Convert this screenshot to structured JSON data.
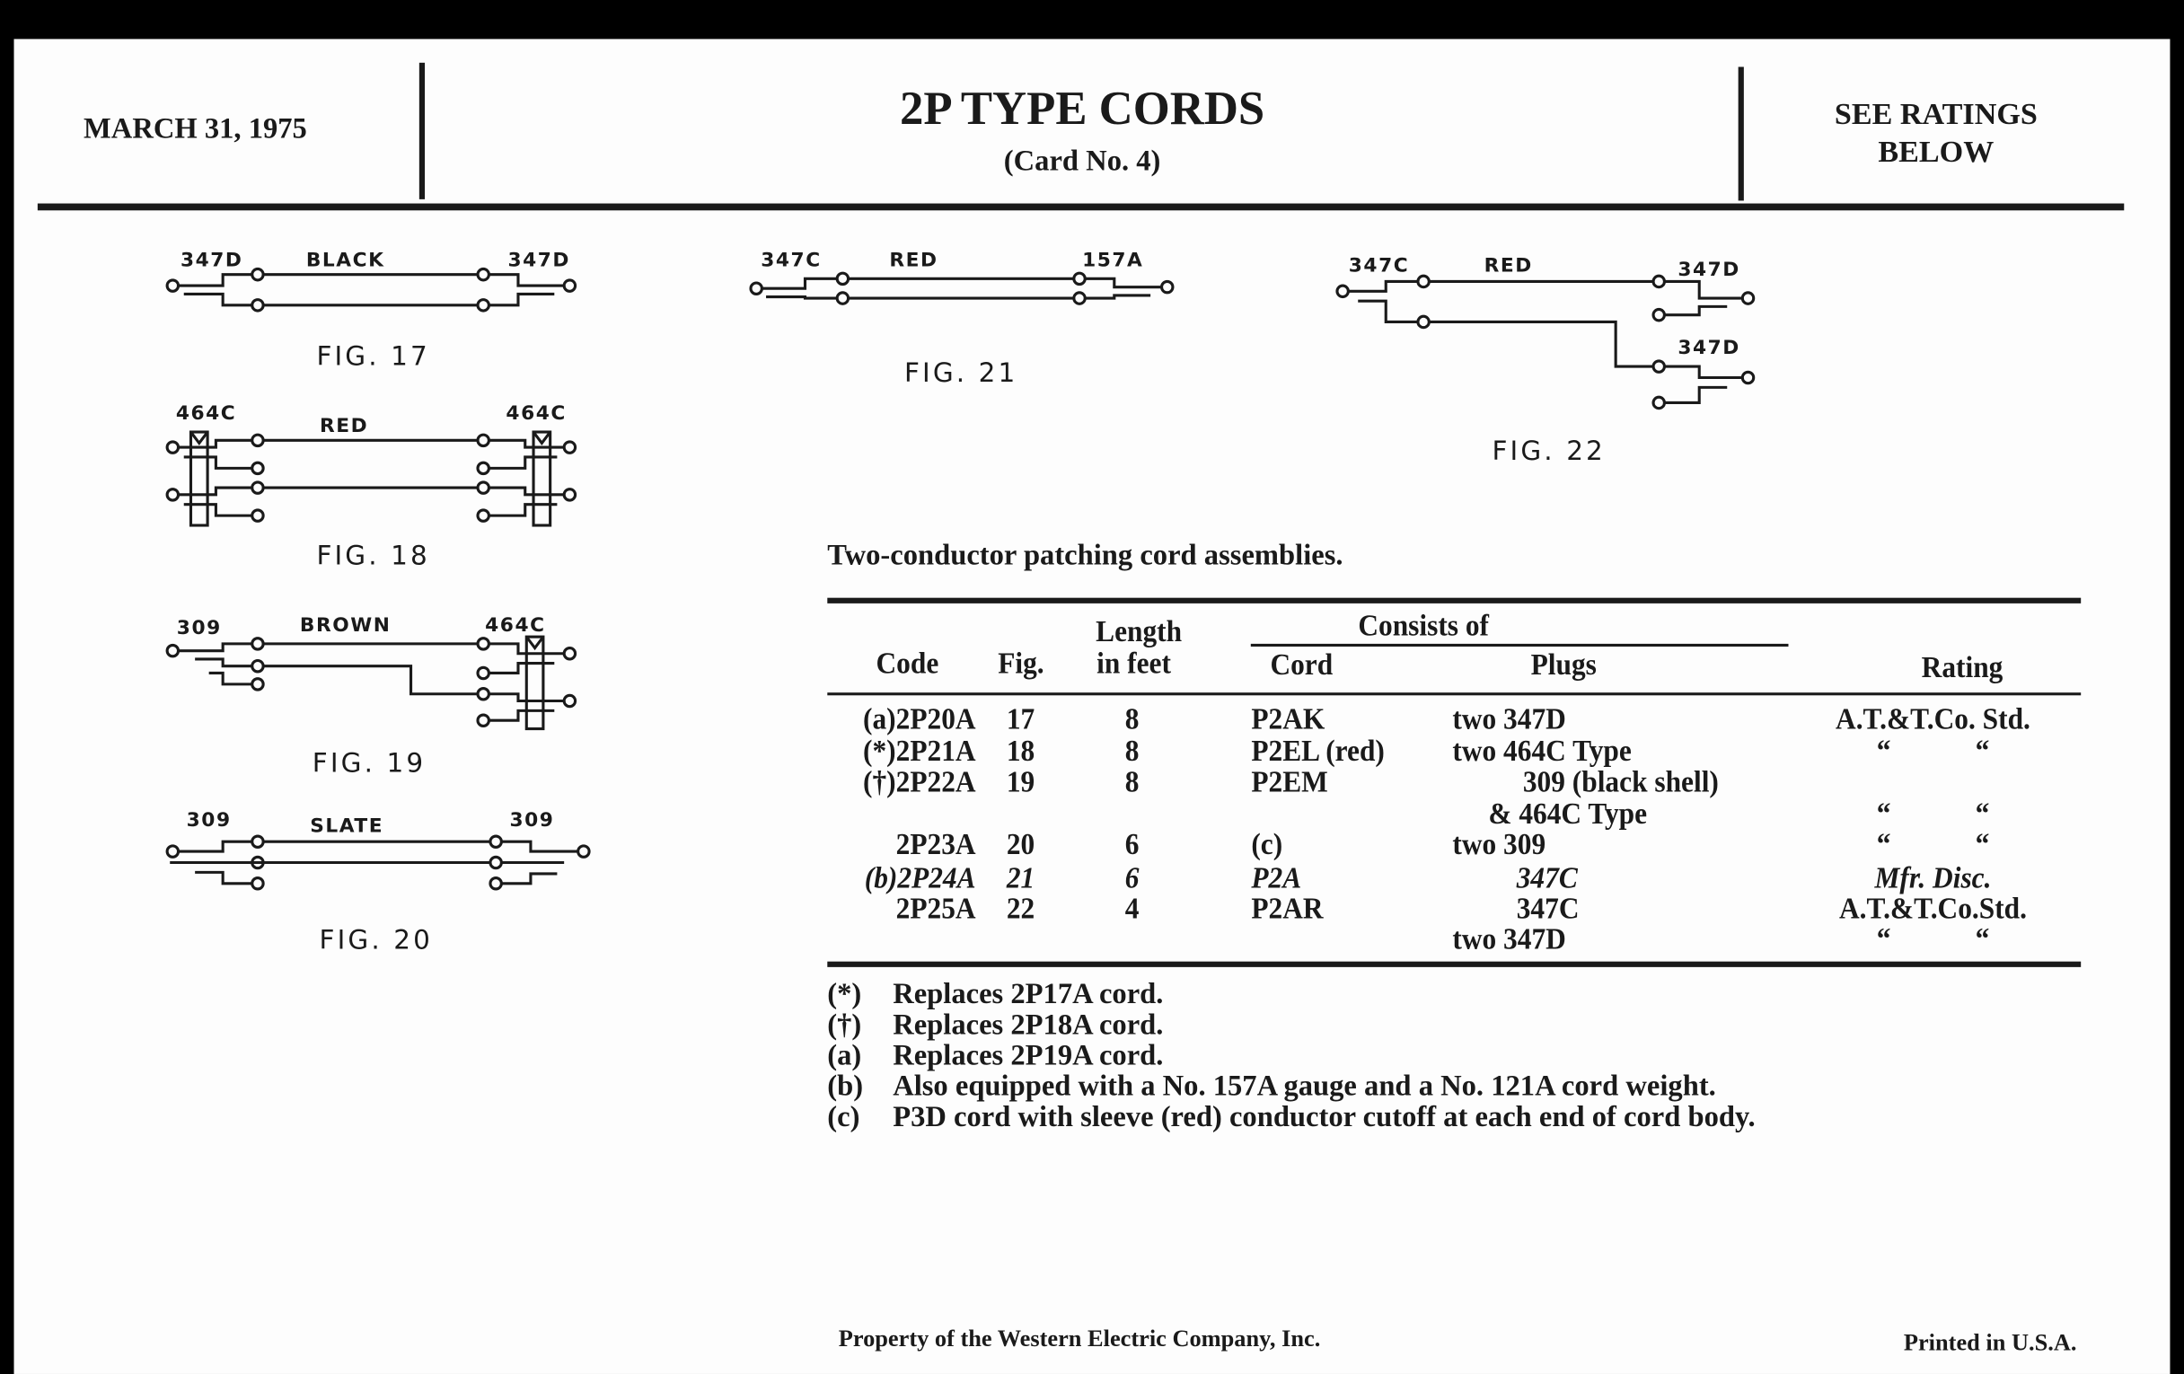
{
  "header": {
    "date": "MARCH 31, 1975",
    "title": "2P TYPE CORDS",
    "subtitle": "(Card No. 4)",
    "ratings_note_line1": "SEE RATINGS",
    "ratings_note_line2": "BELOW"
  },
  "figures": {
    "fig17": {
      "left": "347D",
      "color": "BLACK",
      "right": "347D",
      "caption": "FIG. 17"
    },
    "fig18": {
      "left": "464C",
      "color": "RED",
      "right": "464C",
      "caption": "FIG. 18"
    },
    "fig19": {
      "left": "309",
      "color": "BROWN",
      "right": "464C",
      "caption": "FIG. 19"
    },
    "fig20": {
      "left": "309",
      "color": "SLATE",
      "right": "309",
      "caption": "FIG. 20"
    },
    "fig21": {
      "left": "347C",
      "color": "RED",
      "right": "157A",
      "caption": "FIG. 21"
    },
    "fig22": {
      "left": "347C",
      "color": "RED",
      "right_top": "347D",
      "right_bottom": "347D",
      "caption": "FIG. 22"
    }
  },
  "table": {
    "caption": "Two-conductor patching cord assemblies.",
    "headers": {
      "code": "Code",
      "fig": "Fig.",
      "length1": "Length",
      "length2": "in feet",
      "consists": "Consists of",
      "cord": "Cord",
      "plugs": "Plugs",
      "rating": "Rating"
    },
    "rows": [
      {
        "code": "(a)2P20A",
        "fig": "17",
        "length": "8",
        "cord": "P2AK",
        "plugs": "two 347D",
        "rating": "A.T.&T.Co. Std."
      },
      {
        "code": "(*)2P21A",
        "fig": "18",
        "length": "8",
        "cord": "P2EL (red)",
        "plugs": "two 464C Type",
        "rating": "“            “"
      },
      {
        "code": "(†)2P22A",
        "fig": "19",
        "length": "8",
        "cord": "P2EM",
        "plugs": "309 (black shell)",
        "rating": ""
      },
      {
        "code": "",
        "fig": "",
        "length": "",
        "cord": "",
        "plugs": "& 464C Type",
        "rating": "“            “"
      },
      {
        "code": "2P23A",
        "fig": "20",
        "length": "6",
        "cord": "(c)",
        "plugs": "two 309",
        "rating": "“            “"
      },
      {
        "code": "(b)2P24A",
        "fig": "21",
        "length": "6",
        "cord": "P2A",
        "plugs": "347C",
        "rating": "Mfr. Disc."
      },
      {
        "code": "2P25A",
        "fig": "22",
        "length": "4",
        "cord": "P2AR",
        "plugs": "347C",
        "rating": "A.T.&T.Co.Std."
      },
      {
        "code": "",
        "fig": "",
        "length": "",
        "cord": "",
        "plugs": "two 347D",
        "rating": "“            “"
      }
    ]
  },
  "footnotes": [
    {
      "mark": "(*)",
      "text": "Replaces 2P17A cord."
    },
    {
      "mark": "(†)",
      "text": "Replaces 2P18A cord."
    },
    {
      "mark": "(a)",
      "text": "Replaces 2P19A cord."
    },
    {
      "mark": "(b)",
      "text": "Also equipped with a No. 157A gauge and a No. 121A cord weight."
    },
    {
      "mark": "(c)",
      "text": "P3D cord with sleeve (red) conductor cutoff at each end of cord body."
    }
  ],
  "footer": {
    "property": "Property of the Western Electric Company, Inc.",
    "printed": "Printed in U.S.A."
  }
}
